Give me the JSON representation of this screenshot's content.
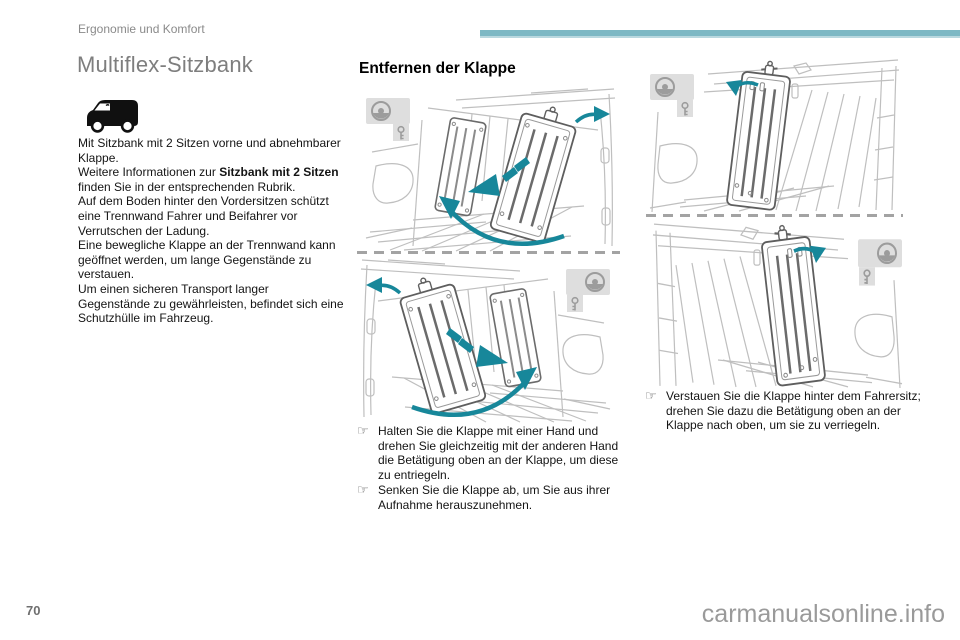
{
  "header": {
    "breadcrumb": "Ergonomie und Komfort"
  },
  "left_column": {
    "title": "Multiflex-Sitzbank",
    "intro": {
      "s1": "Mit Sitzbank mit 2 Sitzen vorne und abnehmbarer Klappe.",
      "s2_pre": "Weitere Informationen zur ",
      "s2_bold": "Sitzbank mit 2 Sitzen",
      "s2_post": " finden Sie in der entsprechenden Rubrik.",
      "s3": "Auf dem Boden hinter den Vordersitzen schützt eine Trennwand Fahrer und Beifahrer vor Verrutschen der Ladung.",
      "s4": "Eine bewegliche Klappe an der Trennwand kann geöffnet werden, um lange Gegenstände zu verstauen.",
      "s5": "Um einen sicheren Transport langer Gegenstände zu gewährleisten, befindet sich eine Schutzhülle im Fahrzeug."
    }
  },
  "middle_column": {
    "heading": "Entfernen der Klappe",
    "step_glyph": "☞",
    "steps": [
      "Halten Sie die Klappe mit einer Hand und drehen Sie gleichzeitig mit der anderen Hand die Betätigung oben an der Klappe, um diese zu entriegeln.",
      "Senken Sie die Klappe ab, um Sie aus ihrer Aufnahme herauszunehmen."
    ]
  },
  "right_column": {
    "step_glyph": "☞",
    "steps": [
      "Verstauen Sie die Klappe hinter dem Fahrersitz; drehen Sie dazu die Betätigung oben an der Klappe nach oben, um sie zu verriegeln."
    ]
  },
  "footer": {
    "page_number": "70",
    "watermark": "carmanualsonline.info"
  },
  "colors": {
    "accent_bar": "#7db8c4",
    "arrow_teal": "#17879a",
    "illustration_line": "#bfbfbf",
    "flap_outline": "#5e5e5e"
  }
}
